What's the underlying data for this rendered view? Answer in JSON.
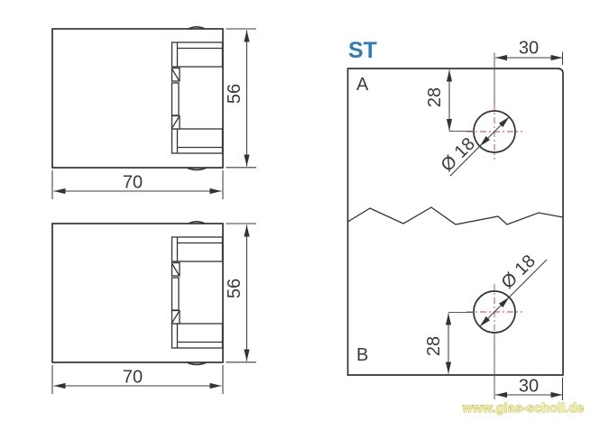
{
  "canvas": {
    "width": "665",
    "height": "477",
    "background": "#ffffff"
  },
  "colors": {
    "line": "#333333",
    "dim_text": "#3a3a3a",
    "title_blue": "#2e7cb8",
    "centerline_red": "#c96a6a",
    "glass_light": "#ecf5fc",
    "glass_mid": "#cfe6f6",
    "glass_dark": "#a6d0ed",
    "watermark_fill": "#f4f5ac",
    "watermark_outline": "#b9ab4c"
  },
  "views": {
    "top_clamp": {
      "width": "70",
      "height": "56"
    },
    "bottom_clamp": {
      "width": "70",
      "height": "56"
    }
  },
  "panel": {
    "title": "ST",
    "section_a": "A",
    "section_b": "B",
    "dim_top": "30",
    "dim_bottom": "30",
    "dim_a": "28",
    "dim_b": "28",
    "hole_a": "Ø 18",
    "hole_b": "Ø 18"
  },
  "watermark": {
    "text": "www.glas-scholl.de"
  }
}
